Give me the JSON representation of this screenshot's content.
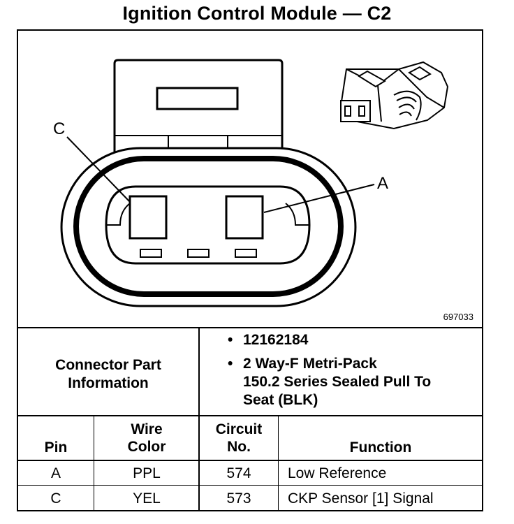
{
  "title": "Ignition Control Module — C2",
  "diagram": {
    "figure_id": "697033",
    "callouts": {
      "c": "C",
      "a": "A"
    }
  },
  "connector_info": {
    "label_line1": "Connector Part",
    "label_line2": "Information",
    "part_number": "12162184",
    "description_line1": "2 Way-F Metri-Pack",
    "description_line2": "150.2 Series Sealed Pull To",
    "description_line3": "Seat (BLK)"
  },
  "table": {
    "headers": {
      "pin": "Pin",
      "wire_color_line1": "Wire",
      "wire_color_line2": "Color",
      "circuit_line1": "Circuit",
      "circuit_line2": "No.",
      "function": "Function"
    },
    "rows": [
      {
        "pin": "A",
        "wire_color": "PPL",
        "circuit": "574",
        "function": "Low Reference"
      },
      {
        "pin": "C",
        "wire_color": "YEL",
        "circuit": "573",
        "function": "CKP Sensor [1] Signal"
      }
    ]
  }
}
